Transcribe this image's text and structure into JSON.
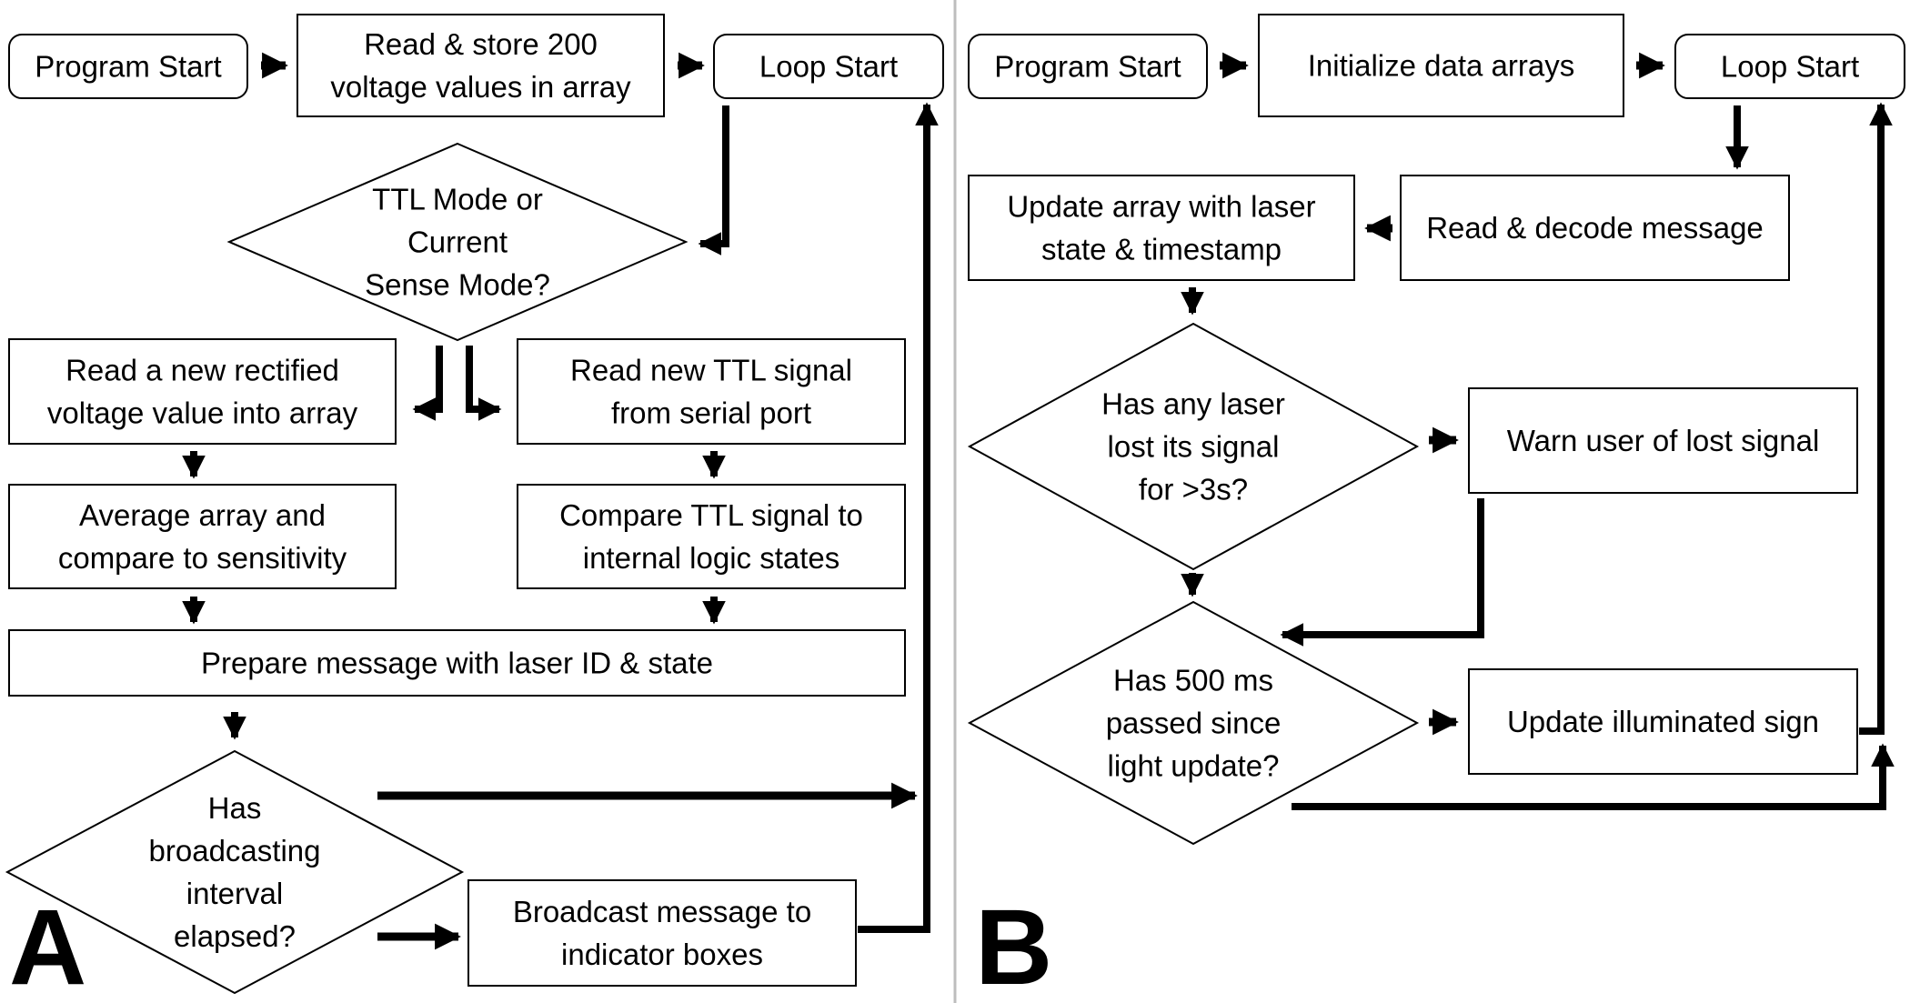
{
  "panels": [
    {
      "label": "A",
      "nodes": [
        {
          "id": "a_start",
          "shape": "rounded",
          "lines": [
            "Program Start"
          ]
        },
        {
          "id": "a_read200",
          "shape": "rect",
          "lines": [
            "Read & store 200",
            "voltage values in array"
          ]
        },
        {
          "id": "a_loop",
          "shape": "rounded",
          "lines": [
            "Loop Start"
          ]
        },
        {
          "id": "a_mode",
          "shape": "diamond",
          "lines": [
            "TTL Mode or",
            "Current",
            "Sense Mode?"
          ]
        },
        {
          "id": "a_readrect",
          "shape": "rect",
          "lines": [
            "Read a new rectified",
            "voltage value into array"
          ]
        },
        {
          "id": "a_readttl",
          "shape": "rect",
          "lines": [
            "Read new TTL signal",
            "from serial port"
          ]
        },
        {
          "id": "a_avg",
          "shape": "rect",
          "lines": [
            "Average array and",
            "compare to sensitivity"
          ]
        },
        {
          "id": "a_cmp",
          "shape": "rect",
          "lines": [
            "Compare TTL signal to",
            "internal logic states"
          ]
        },
        {
          "id": "a_prep",
          "shape": "rect",
          "lines": [
            "Prepare message with laser ID & state"
          ]
        },
        {
          "id": "a_interval",
          "shape": "diamond",
          "lines": [
            "Has",
            "broadcasting",
            "interval",
            "elapsed?"
          ]
        },
        {
          "id": "a_bcast",
          "shape": "rect",
          "lines": [
            "Broadcast message to",
            "indicator boxes"
          ]
        }
      ]
    },
    {
      "label": "B",
      "nodes": [
        {
          "id": "b_start",
          "shape": "rounded",
          "lines": [
            "Program Start"
          ]
        },
        {
          "id": "b_init",
          "shape": "rect",
          "lines": [
            "Initialize data arrays"
          ]
        },
        {
          "id": "b_loop",
          "shape": "rounded",
          "lines": [
            "Loop Start"
          ]
        },
        {
          "id": "b_update",
          "shape": "rect",
          "lines": [
            "Update array with laser",
            "state & timestamp"
          ]
        },
        {
          "id": "b_decode",
          "shape": "rect",
          "lines": [
            "Read & decode message"
          ]
        },
        {
          "id": "b_lost",
          "shape": "diamond",
          "lines": [
            "Has any laser",
            "lost its signal",
            "for >3s?"
          ]
        },
        {
          "id": "b_warn",
          "shape": "rect",
          "lines": [
            "Warn user of lost signal"
          ]
        },
        {
          "id": "b_500",
          "shape": "diamond",
          "lines": [
            "Has 500 ms",
            "passed since",
            "light update?"
          ]
        },
        {
          "id": "b_sign",
          "shape": "rect",
          "lines": [
            "Update illuminated sign"
          ]
        }
      ]
    }
  ]
}
